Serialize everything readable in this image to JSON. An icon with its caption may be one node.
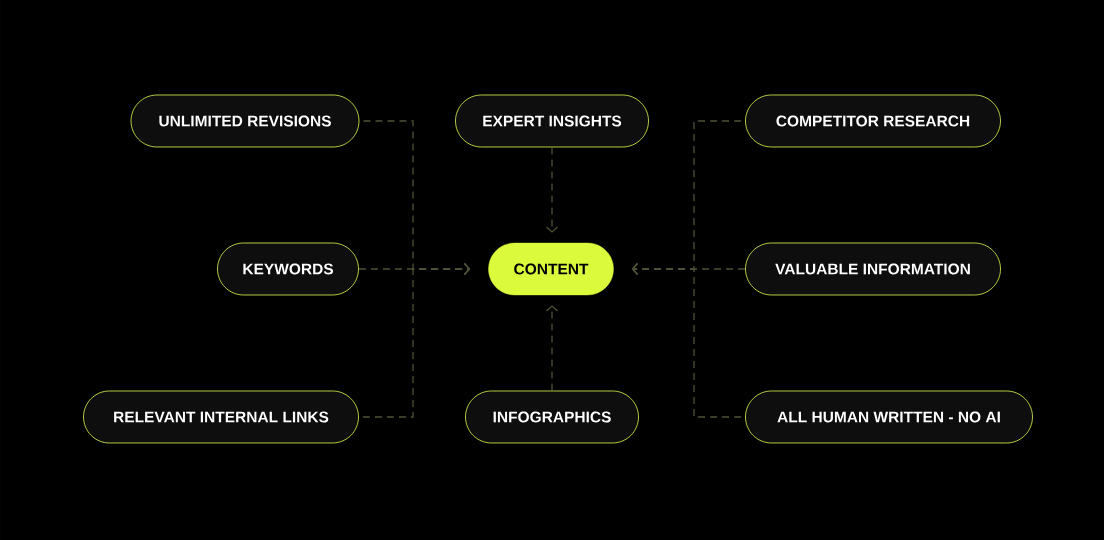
{
  "diagram": {
    "nodes": [
      {
        "text": [
          "UNLIMITED REVISIONS"
        ]
      },
      {
        "text": [
          "EXPERT INSIGHTS"
        ]
      },
      {
        "text": [
          "COMPETITOR RESEARCH"
        ]
      },
      {
        "text": [
          "KEYWORDS"
        ]
      },
      {
        "text": [
          "CONTENT"
        ]
      },
      {
        "text": [
          "VALUABLE INFORMATION"
        ]
      },
      {
        "text": [
          "RELEVANT INTERNAL LINKS"
        ]
      },
      {
        "text": [
          "INFOGRAPHICS"
        ]
      },
      {
        "text": [
          "ALL HUMAN WRITTEN - NO AI"
        ]
      }
    ],
    "edges": [
      {
        "from": 0,
        "to": 4,
        "arrow": "to",
        "style": "dashed"
      },
      {
        "from": 1,
        "to": 4,
        "arrow": "to",
        "style": "dashed"
      },
      {
        "from": 2,
        "to": 4,
        "arrow": "to",
        "style": "dashed"
      },
      {
        "from": 3,
        "to": 4,
        "arrow": "to",
        "style": "dashed"
      },
      {
        "from": 5,
        "to": 4,
        "arrow": "to",
        "style": "dashed"
      },
      {
        "from": 6,
        "to": 4,
        "arrow": "to",
        "style": "dashed"
      },
      {
        "from": 7,
        "to": 4,
        "arrow": "to",
        "style": "dashed"
      },
      {
        "from": 8,
        "to": 4,
        "arrow": "to",
        "style": "dashed"
      }
    ]
  }
}
